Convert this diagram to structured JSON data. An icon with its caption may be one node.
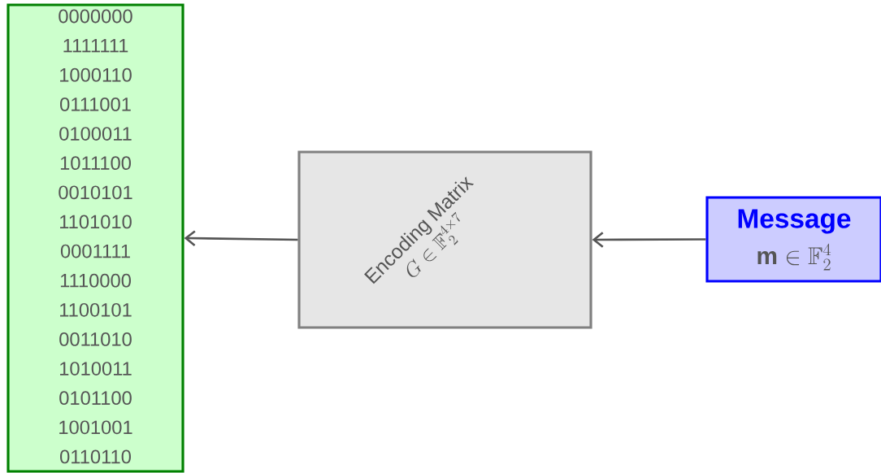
{
  "diagram": {
    "nodes": [
      {
        "text": [
          "0000000",
          "1111111",
          "1000110",
          "0111001",
          "0100011",
          "1011100",
          "0010101",
          "1101010",
          "0001111",
          "1110000",
          "1100101",
          "0011010",
          "1010011",
          "0101100",
          "1001001",
          "0110110"
        ]
      },
      {
        "text": [
          "Encoding Matrix",
          "G \\in \\mathbb{F}_2^{4\\times 7}"
        ]
      },
      {
        "text": [
          "Message",
          "\\mathbf{m} \\in \\mathbb{F}_2^4"
        ]
      }
    ],
    "edges": [
      {
        "from": 2,
        "to": 1,
        "arrow": "to"
      },
      {
        "from": 1,
        "to": 0,
        "arrow": "to"
      }
    ]
  }
}
